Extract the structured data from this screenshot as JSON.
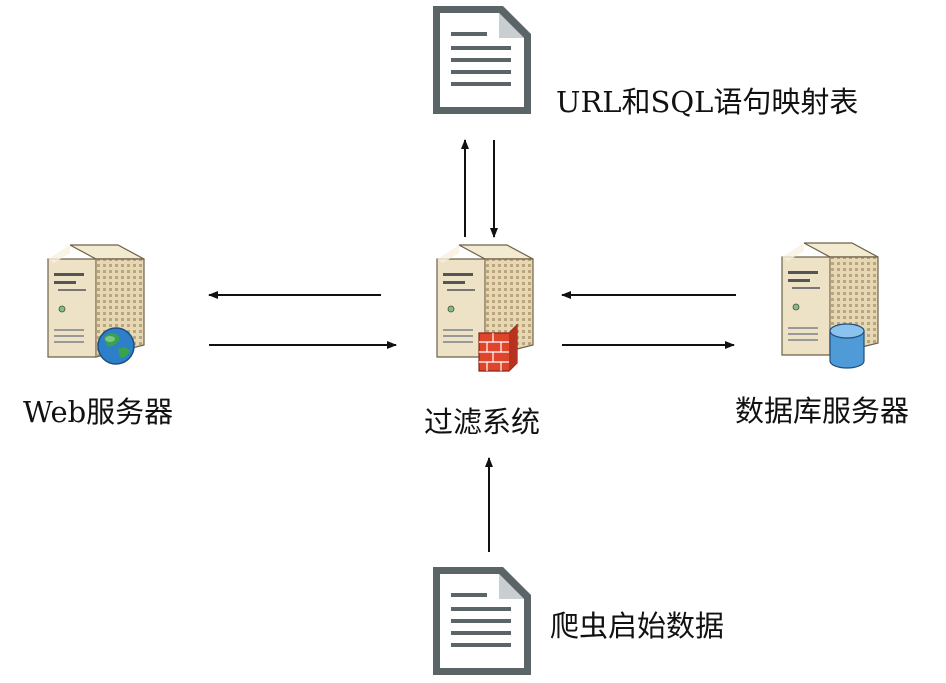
{
  "labels": {
    "mapping_table": "URL和SQL语句映射表",
    "web_server": "Web服务器",
    "filter_system": "过滤系统",
    "db_server": "数据库服务器",
    "crawler_data": "爬虫启始数据"
  },
  "icons": {
    "mapping_table": "document-icon",
    "web_server": "web-server-icon",
    "filter_system": "firewall-server-icon",
    "db_server": "database-server-icon",
    "crawler_data": "document-icon"
  },
  "colors": {
    "server_body": "#e9dcc0",
    "server_dark": "#b9a27a",
    "document_frame": "#5a6366",
    "firewall_brick": "#e0442b",
    "database": "#4f9bd8",
    "globe": "#2d7fc9",
    "arrow": "#111111"
  }
}
